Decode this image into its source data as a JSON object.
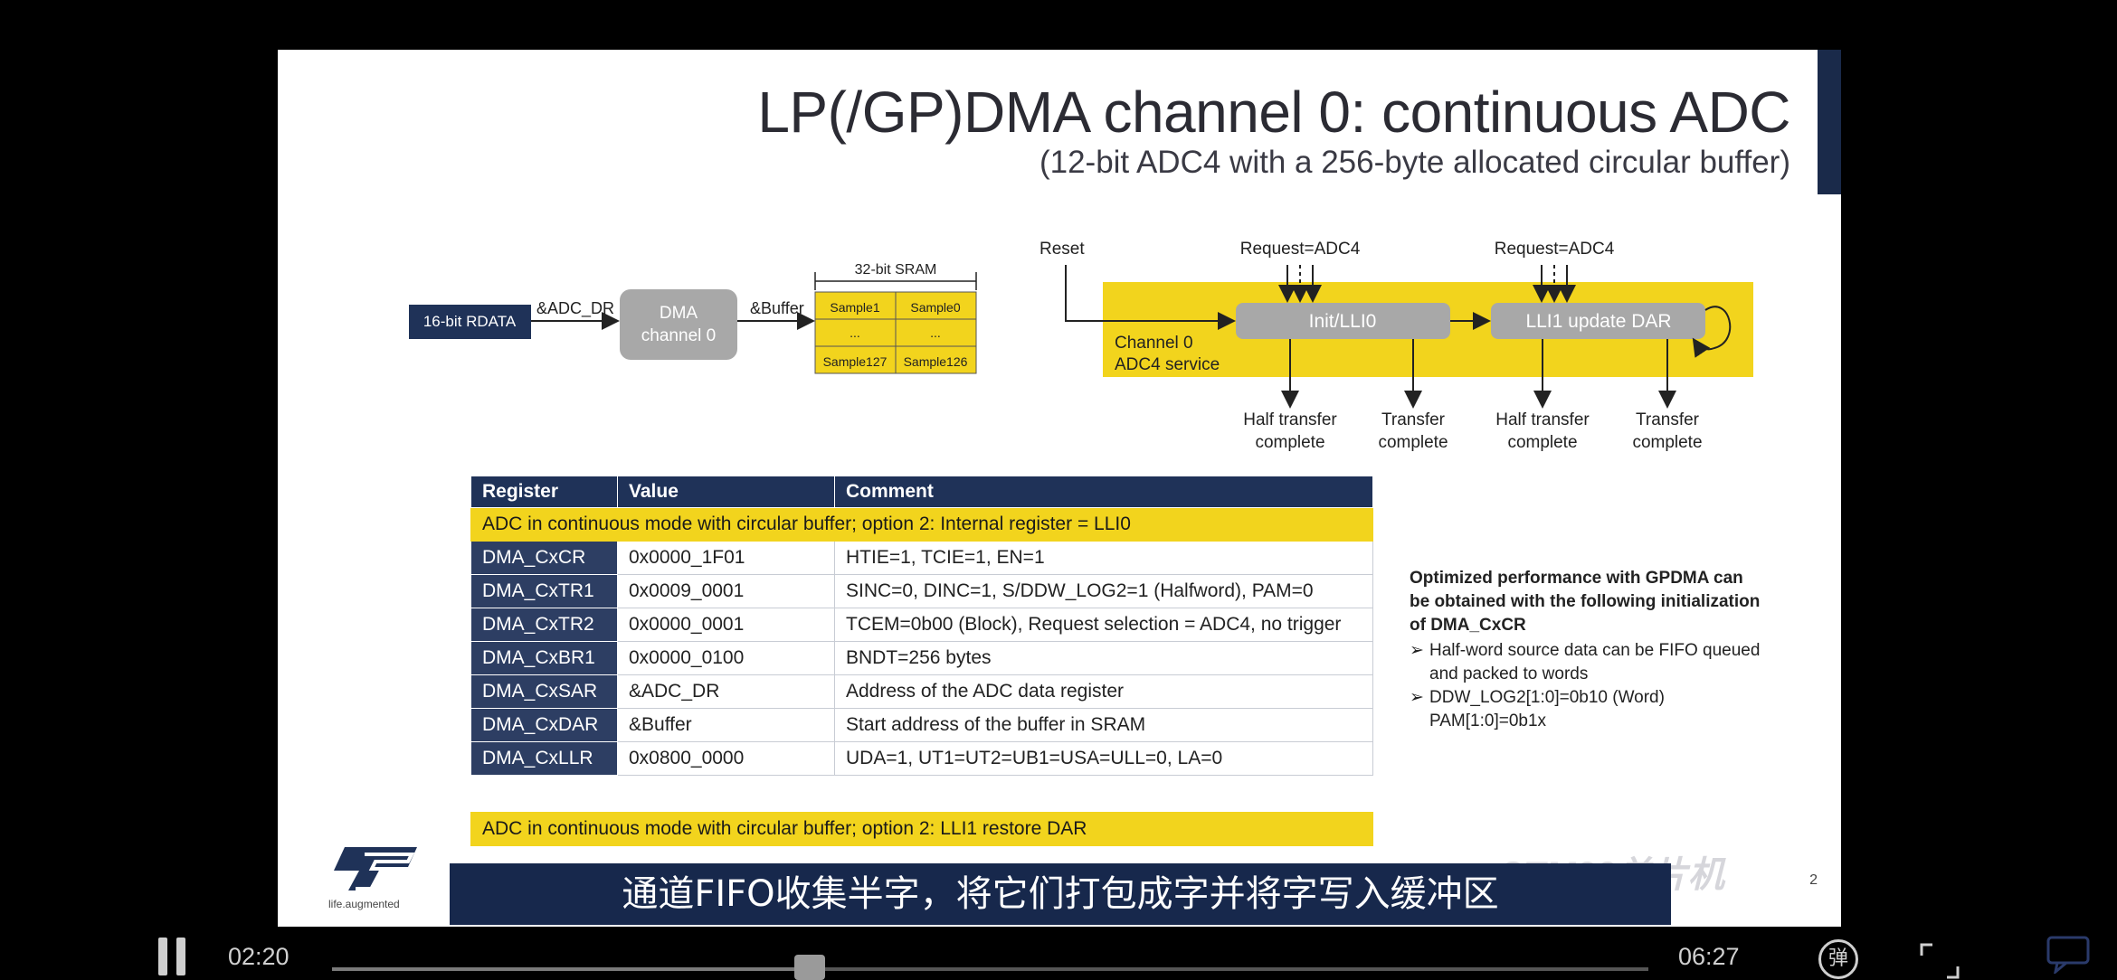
{
  "slide": {
    "title": "LP(/GP)DMA channel 0: continuous ADC",
    "subtitle": "(12-bit ADC4 with a 256-byte allocated circular buffer)",
    "diagram": {
      "rdata": "16-bit RDATA",
      "adc_dr": "&ADC_DR",
      "dma_line1": "DMA",
      "dma_line2": "channel 0",
      "buffer": "&Buffer",
      "sram": "32-bit SRAM",
      "sample1": "Sample1",
      "sample0": "Sample0",
      "dots": "...",
      "sample127": "Sample127",
      "sample126": "Sample126",
      "reset": "Reset",
      "request": "Request=ADC4",
      "channel_line1": "Channel 0",
      "channel_line2": "ADC4 service",
      "init": "Init/LLI0",
      "lli1": "LLI1 update DAR",
      "half_line1": "Half transfer",
      "half_line2": "complete",
      "tc_line1": "Transfer",
      "tc_line2": "complete"
    },
    "table": {
      "headers": [
        "Register",
        "Value",
        "Comment"
      ],
      "note1": "ADC in continuous mode with circular buffer; option 2: Internal register = LLI0",
      "rows": [
        {
          "register": "DMA_CxCR",
          "value": "0x0000_1F01",
          "comment": "HTIE=1, TCIE=1, EN=1"
        },
        {
          "register": "DMA_CxTR1",
          "value": "0x0009_0001",
          "comment": "SINC=0, DINC=1, S/DDW_LOG2=1 (Halfword), PAM=0"
        },
        {
          "register": "DMA_CxTR2",
          "value": "0x0000_0001",
          "comment": "TCEM=0b00 (Block), Request selection = ADC4, no trigger"
        },
        {
          "register": "DMA_CxBR1",
          "value": "0x0000_0100",
          "comment": "BNDT=256 bytes"
        },
        {
          "register": "DMA_CxSAR",
          "value": "&ADC_DR",
          "comment": "Address of the ADC data register"
        },
        {
          "register": "DMA_CxDAR",
          "value": "&Buffer",
          "comment": "Start address of the buffer in SRAM"
        },
        {
          "register": "DMA_CxLLR",
          "value": "0x0800_0000",
          "comment": "UDA=1, UT1=UT2=UB1=USA=ULL=0, LA=0"
        }
      ],
      "note2": "ADC in continuous mode with circular buffer; option 2: LLI1 restore DAR"
    },
    "side": {
      "bold_line1": "Optimized performance with GPDMA can",
      "bold_line2": "be obtained with the following initialization",
      "bold_line3": "of  DMA_CxCR",
      "bullet_mark": "➢",
      "bullet1_line1": "Half-word source data can be FIFO queued",
      "bullet1_line2": "and packed to words",
      "bullet2_line1": "DDW_LOG2[1:0]=0b10 (Word)",
      "bullet2_line2": "PAM[1:0]=0b1x"
    },
    "logo_tag": "life.augmented",
    "page_number": "2",
    "watermark": "STM32单片机"
  },
  "caption": "通道FIFO收集半字，将它们打包成字并将字写入缓冲区",
  "player": {
    "current_time": "02:20",
    "total_time": "06:27",
    "progress": 0.36,
    "danmu_label": "弹"
  },
  "colors": {
    "navy": "#1f3258",
    "yellow": "#f2d41d",
    "gray_box": "#a8a8a8"
  }
}
